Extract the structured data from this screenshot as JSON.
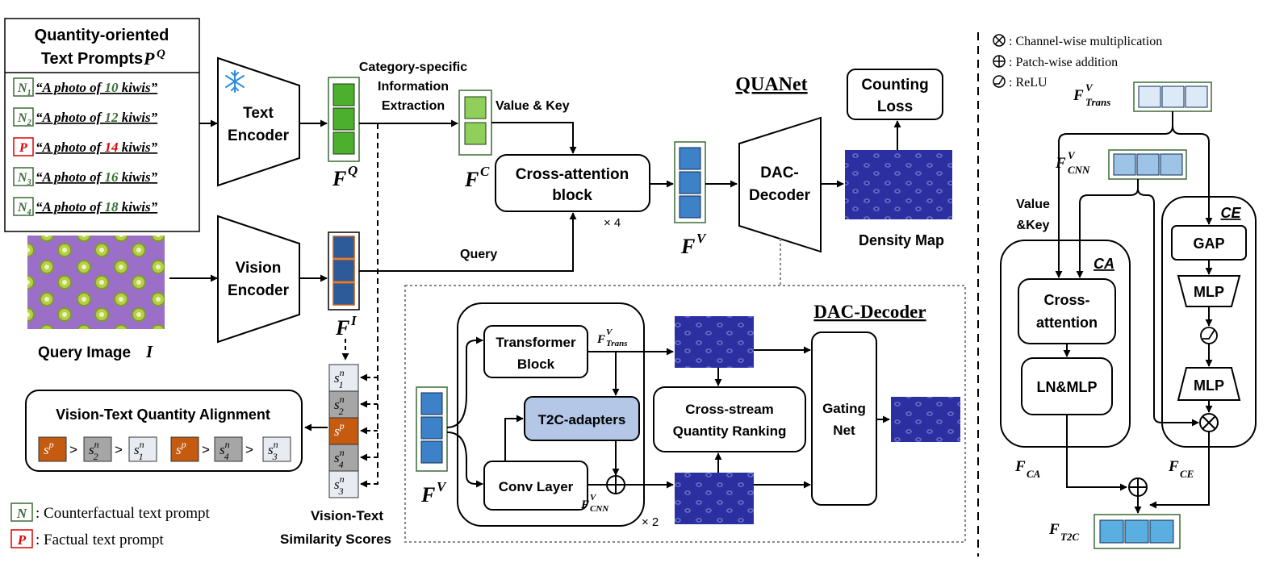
{
  "prompts": {
    "title_line1": "Quantity-oriented",
    "title_line2": "Text Prompts",
    "title_symbol": "P",
    "title_sup": "Q",
    "items": [
      {
        "tag": "N",
        "sub": "1",
        "prefix": "“A photo of ",
        "number": "10",
        "suffix": " kiwis”",
        "kind": "n"
      },
      {
        "tag": "N",
        "sub": "2",
        "prefix": "“A photo of ",
        "number": "12",
        "suffix": " kiwis”",
        "kind": "n"
      },
      {
        "tag": "P",
        "sub": "",
        "prefix": "“A photo of ",
        "number": "14",
        "suffix": " kiwis”",
        "kind": "p"
      },
      {
        "tag": "N",
        "sub": "3",
        "prefix": "“A photo of ",
        "number": "16",
        "suffix": " kiwis”",
        "kind": "n"
      },
      {
        "tag": "N",
        "sub": "4",
        "prefix": "“A photo of ",
        "number": "18",
        "suffix": " kiwis”",
        "kind": "n"
      }
    ]
  },
  "encoders": {
    "text_line1": "Text",
    "text_line2": "Encoder",
    "vision_line1": "Vision",
    "vision_line2": "Encoder"
  },
  "features": {
    "fq_base": "F",
    "fq_sup": "Q",
    "fi_base": "F",
    "fi_sup": "I",
    "fc_base": "F",
    "fc_sup": "C",
    "fv_base": "F",
    "fv_sup": "V"
  },
  "labels": {
    "category_line1": "Category-specific",
    "category_line2": "Information",
    "category_line3": "Extraction",
    "value_key": "Value & Key",
    "query": "Query",
    "query_image": "Query Image",
    "query_image_symbol": "I",
    "times4": "× 4",
    "times2": "× 2",
    "quanet": "QUANet",
    "density_map": "Density Map",
    "dac_decoder_title": "DAC-Decoder",
    "similarity_line1": "Vision-Text",
    "similarity_line2": "Similarity Scores"
  },
  "blocks": {
    "cross_attention_line1": "Cross-attention",
    "cross_attention_line2": "block",
    "dac_line1": "DAC-",
    "dac_line2": "Decoder",
    "counting_line1": "Counting",
    "counting_line2": "Loss",
    "transformer_line1": "Transformer",
    "transformer_line2": "Block",
    "t2c": "T2C-adapters",
    "conv": "Conv Layer",
    "ranking_line1": "Cross-stream",
    "ranking_line2": "Quantity Ranking",
    "gating_line1": "Gating",
    "gating_line2": "Net"
  },
  "scores": [
    {
      "s": "s",
      "sup": "n",
      "sub": "1",
      "kind": "light"
    },
    {
      "s": "s",
      "sup": "n",
      "sub": "2",
      "kind": "gray"
    },
    {
      "s": "s",
      "sup": "p",
      "sub": "",
      "kind": "orange"
    },
    {
      "s": "s",
      "sup": "n",
      "sub": "4",
      "kind": "gray"
    },
    {
      "s": "s",
      "sup": "n",
      "sub": "3",
      "kind": "light"
    }
  ],
  "alignment": {
    "title": "Vision-Text Quantity Alignment",
    "gt": ">"
  },
  "legend": {
    "n_tag": "N",
    "n_text": ": Counterfactual text prompt",
    "p_tag": "P",
    "p_text": ": Factual text prompt",
    "channel_text": ": Channel-wise multiplication",
    "patch_text": ": Patch-wise addition",
    "relu_text": ": ReLU"
  },
  "t2c_detail": {
    "ftrans_base": "F",
    "ftrans_sup": "V",
    "ftrans_sub": "Trans",
    "fcnn_base": "F",
    "fcnn_sup": "V",
    "fcnn_sub": "CNN",
    "value_line1": "Value",
    "value_line2": "&Key",
    "ca_title": "CA",
    "ce_title": "CE",
    "cross_line1": "Cross-",
    "cross_line2": "attention",
    "lnmlp": "LN&MLP",
    "gap": "GAP",
    "mlp1": "MLP",
    "mlp2": "MLP",
    "fca_base": "F",
    "fca_sub": "CA",
    "fce_base": "F",
    "fce_sub": "CE",
    "ft2c_base": "F",
    "ft2c_sub": "T2C"
  },
  "colors": {
    "green_fill": "#4caf2e",
    "light_green_fill": "#8fcf5a",
    "blue_fill": "#3d82c9",
    "navy_fill": "#2d5a99",
    "orange": "#c55a11",
    "gray_score": "#a6a6a6",
    "light_score": "#e8ecf2",
    "t2c_fill": "#b4c7e7",
    "light_blue_cells": "#dce9f7",
    "blue_cells": "#9dc3e6",
    "t2c_out_cells": "#5aaee0",
    "box_border_green": "#3a6b35",
    "red": "#e00000",
    "density_bg": "#2c2fa0"
  }
}
